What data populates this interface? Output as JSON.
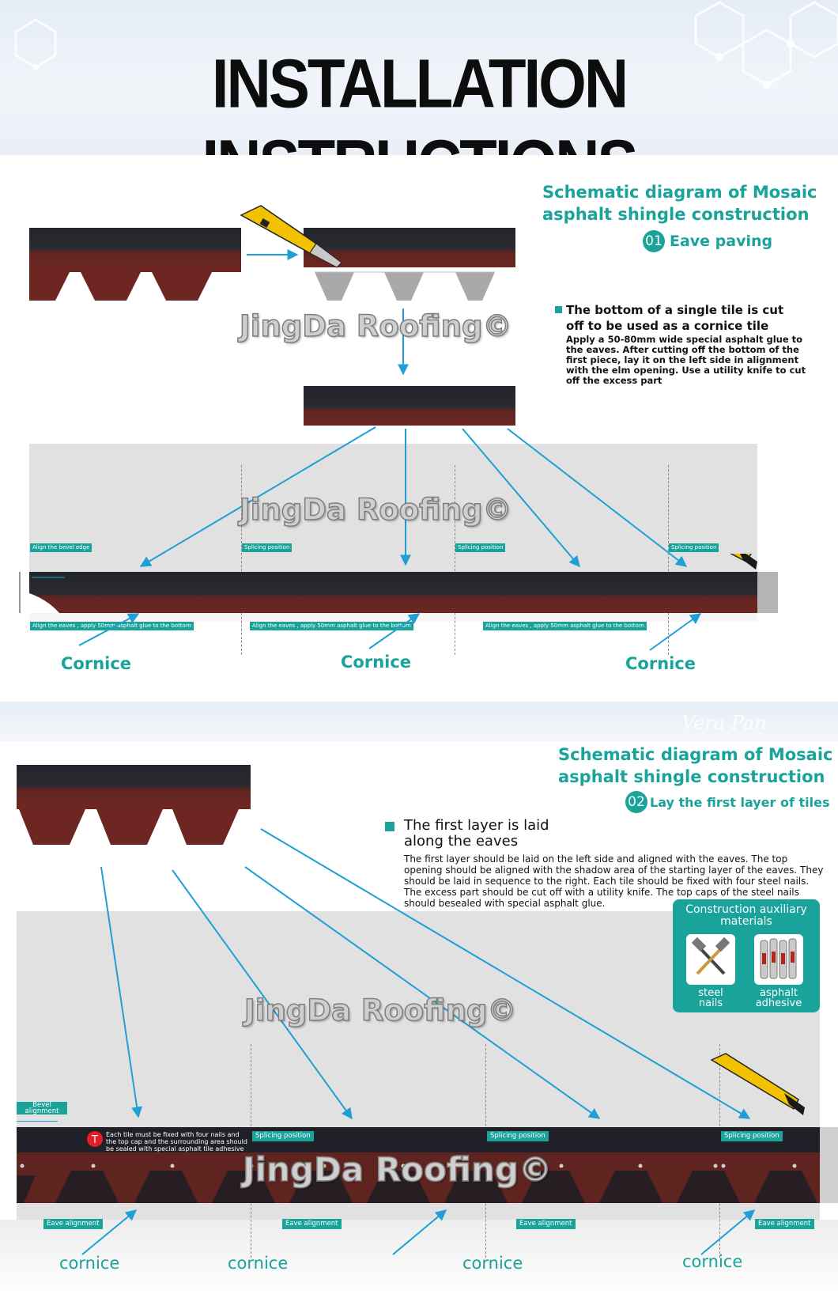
{
  "header": {
    "title": "INSTALLATION INSTRUCTIONS"
  },
  "section1": {
    "title_line1": "Schematic diagram of Mosaic",
    "title_line2": "asphalt shingle construction",
    "step_num": "01",
    "step_label": "Eave paving",
    "note_title_line1": "The bottom of a single tile is cut",
    "note_title_line2": "off to be used as a cornice tile",
    "note_body": [
      "Apply a 50-80mm wide special asphalt glue to",
      "the eaves. After cutting off the bottom of the",
      "first piece, lay it on the left side in alignment",
      "with the elm opening. Use a utility knife to cut",
      "off the excess part"
    ],
    "tags_top": [
      "Align the bevel edge",
      "Splicing position",
      "Splicing position",
      "Splicing position"
    ],
    "tags_bottom": [
      "Align the eaves ,    apply 50mm asphalt glue to the bottom",
      "Align the eaves ,    apply 50mm asphalt glue to the bottom",
      "Align the eaves ,    apply 50mm asphalt glue to the bottom"
    ],
    "cornice": [
      "Cornice",
      "Cornice",
      "Cornice"
    ]
  },
  "divider": {
    "signature": "Vera Pan"
  },
  "section2": {
    "title_line1": "Schematic diagram of Mosaic",
    "title_line2": "asphalt shingle construction",
    "step_num": "02",
    "step_label": "Lay the first layer of tiles",
    "note_title_line1": "The first layer is laid",
    "note_title_line2": "along the eaves",
    "note_body": [
      "The first layer should be laid on the left side and aligned with the eaves. The top",
      "opening should be aligned with the shadow area of the starting layer of the eaves. They",
      "should be laid in sequence to the right. Each tile should be fixed with four steel nails.",
      "The excess part should be cut off with a utility knife. The top caps of the steel nails",
      "should besealed with special asphalt glue."
    ],
    "aux_title_line1": "Construction auxiliary",
    "aux_title_line2": "materials",
    "aux_label1": "steel nails",
    "aux_label2_line1": "asphalt",
    "aux_label2_line2": "adhesive",
    "bevel_line1": "Bevel",
    "bevel_line2": "alignment",
    "fix_note": [
      "Each tile must be fixed with four nails and",
      "the top cap and the surrounding area should",
      "be sealed with special asphalt tile adhesive"
    ],
    "splice_tags": [
      "Splicing position",
      "Splicing position",
      "Splicing position"
    ],
    "eave_tags": [
      "Eave alignment",
      "Eave alignment",
      "Eave alignment",
      "Eave alignment"
    ],
    "cornice": [
      "cornice",
      "cornice",
      "cornice",
      "cornice"
    ]
  },
  "watermark": "JingDa Roofing©",
  "colors": {
    "teal": "#19a39a",
    "arrow": "#1f9fd6",
    "shingle_dark": "#1d1e24",
    "shingle_red": "#6d2622"
  }
}
